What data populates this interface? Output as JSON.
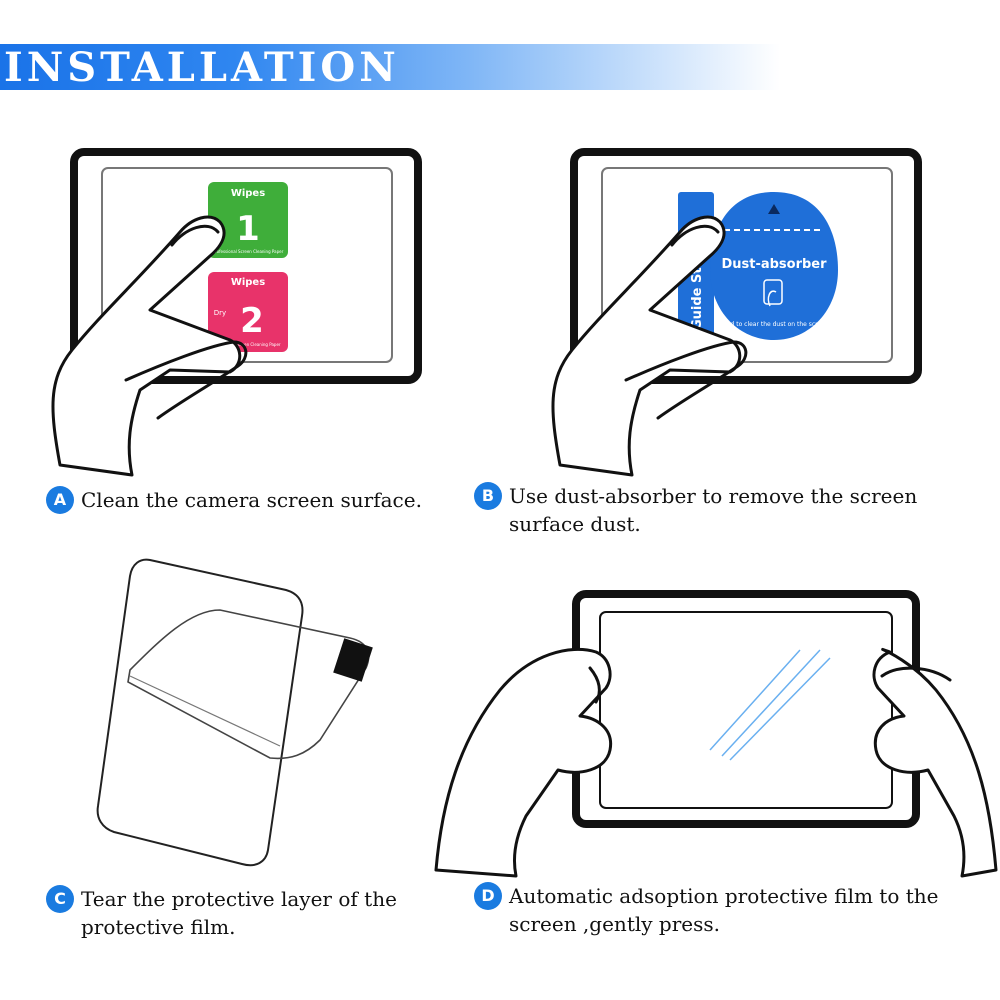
{
  "banner": {
    "title": "INSTALLATION"
  },
  "steps": [
    {
      "badge": "A",
      "text": "Clean the camera screen surface."
    },
    {
      "badge": "B",
      "text": "Use dust-absorber to remove the screen surface dust."
    },
    {
      "badge": "C",
      "text": "Tear the protective layer of the protective film."
    },
    {
      "badge": "D",
      "text": "Automatic adsoption protective film to the screen ,gently press."
    }
  ],
  "wipes": [
    {
      "label": "Wipes",
      "number": "1",
      "tag": "",
      "caption": "Professional Screen Cleaning Paper",
      "color": "#3fae3a"
    },
    {
      "label": "Wipes",
      "number": "2",
      "tag": "Dry",
      "caption": "Screen Cleaning Paper",
      "color": "#e8336a"
    }
  ],
  "guide_sticker": {
    "label": "Guide Sticker",
    "color": "#1f6fd8"
  },
  "dust_absorber": {
    "label": "Dust-absorber",
    "caption": "Used to clear the dust on the screen",
    "color": "#1f6fd8"
  },
  "colors": {
    "accent": "#1a7be0",
    "banner": "#1a73e8"
  }
}
